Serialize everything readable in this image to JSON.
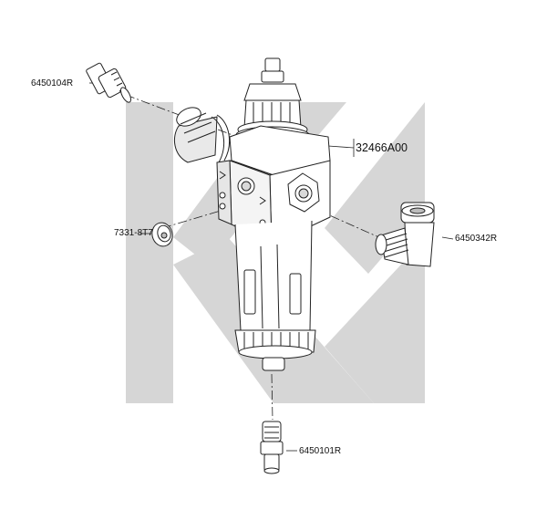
{
  "diagram": {
    "part_labels": {
      "fitting_top_left": "6450104R",
      "regulator_body": "32466A00",
      "plug_left": "7331-8T7",
      "elbow_right": "6450342R",
      "fitting_bottom": "6450101R"
    },
    "colors": {
      "watermark": "#d6d6d6",
      "line": "#222222",
      "part_fill": "#ffffff",
      "shade": "#bdbdbd"
    },
    "watermark_icon": "k-chevron-logo"
  }
}
